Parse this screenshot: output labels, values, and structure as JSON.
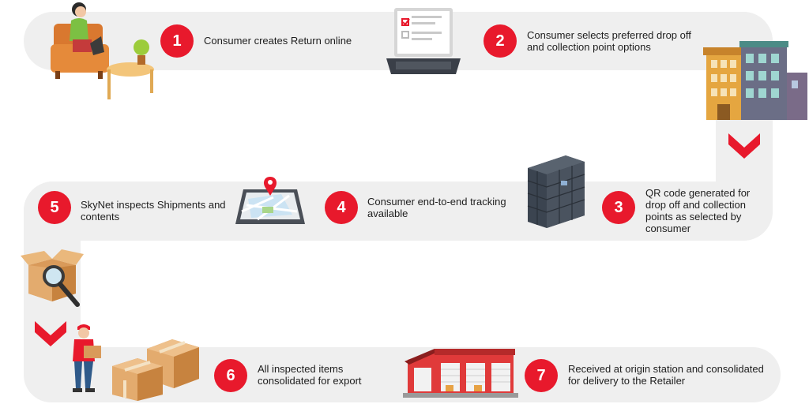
{
  "steps": [
    {
      "num": "1",
      "text": "Consumer creates Return online"
    },
    {
      "num": "2",
      "text": "Consumer selects preferred  drop off and collection point options"
    },
    {
      "num": "3",
      "text": "QR code generated for drop off and collection points as selected by consumer"
    },
    {
      "num": "4",
      "text": "Consumer end-to-end tracking available"
    },
    {
      "num": "5",
      "text": "SkyNet inspects Shipments and contents"
    },
    {
      "num": "6",
      "text": "All inspected items consolidated for export"
    },
    {
      "num": "7",
      "text": "Received at origin station and consolidated for delivery to the Retailer"
    }
  ],
  "colors": {
    "accent": "#e8192c",
    "track": "#efefef"
  },
  "icons": [
    "consumer-at-desk-icon",
    "laptop-form-icon",
    "city-building-icon",
    "parcel-locker-icon",
    "tablet-map-icon",
    "box-inspection-icon",
    "courier-icon",
    "stacked-boxes-icon",
    "warehouse-icon",
    "chevron-down-icon"
  ]
}
